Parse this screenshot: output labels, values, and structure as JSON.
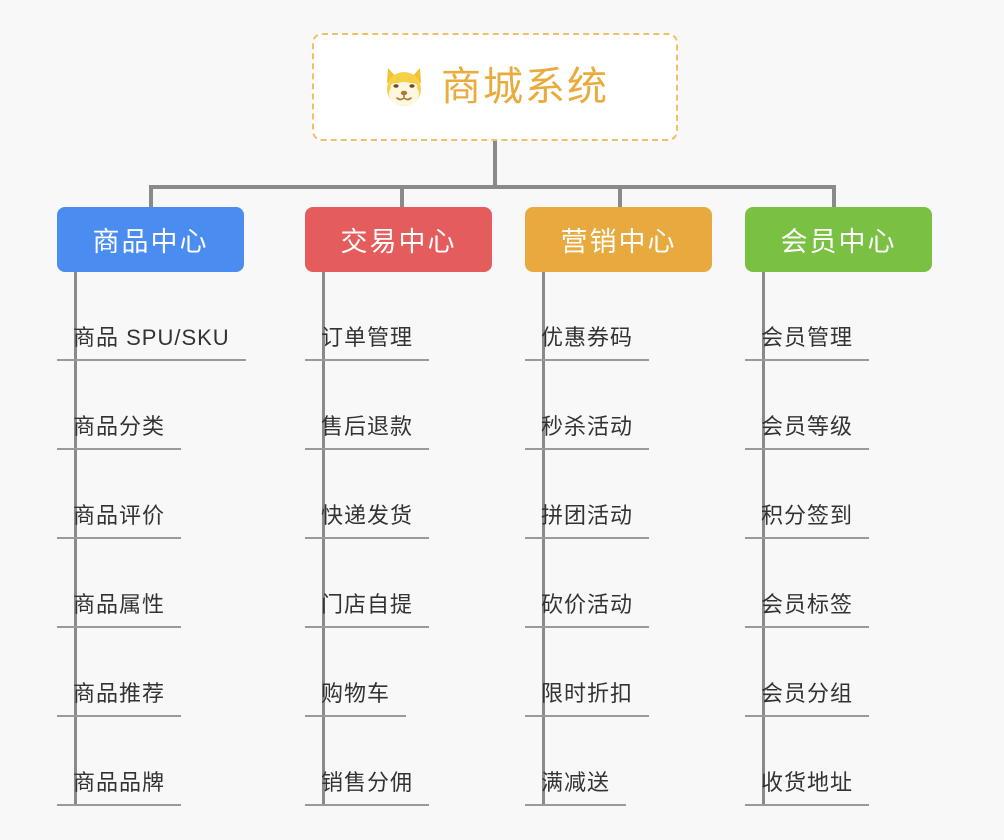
{
  "background_color": "#f8f8f8",
  "root": {
    "title": "商城系统",
    "emoji_name": "shiba-dog-face-emoji",
    "text_color": "#e8ab3c",
    "border_color": "#f0c068",
    "background": "#ffffff"
  },
  "branches": [
    {
      "id": "product-center",
      "label": "商品中心",
      "color": "#4a8cf0",
      "items": [
        "商品 SPU/SKU",
        "商品分类",
        "商品评价",
        "商品属性",
        "商品推荐",
        "商品品牌"
      ]
    },
    {
      "id": "trade-center",
      "label": "交易中心",
      "color": "#e45c5c",
      "items": [
        "订单管理",
        "售后退款",
        "快递发货",
        "门店自提",
        "购物车",
        "销售分佣"
      ]
    },
    {
      "id": "marketing-center",
      "label": "营销中心",
      "color": "#e8a93e",
      "items": [
        "优惠券码",
        "秒杀活动",
        "拼团活动",
        "砍价活动",
        "限时折扣",
        "满减送"
      ]
    },
    {
      "id": "member-center",
      "label": "会员中心",
      "color": "#7ac143",
      "items": [
        "会员管理",
        "会员等级",
        "积分签到",
        "会员标签",
        "会员分组",
        "收货地址"
      ]
    }
  ],
  "line_color": "#8a8a8a",
  "leaf_text_color": "#333333",
  "leaf_underline_color": "#9a9a9a"
}
